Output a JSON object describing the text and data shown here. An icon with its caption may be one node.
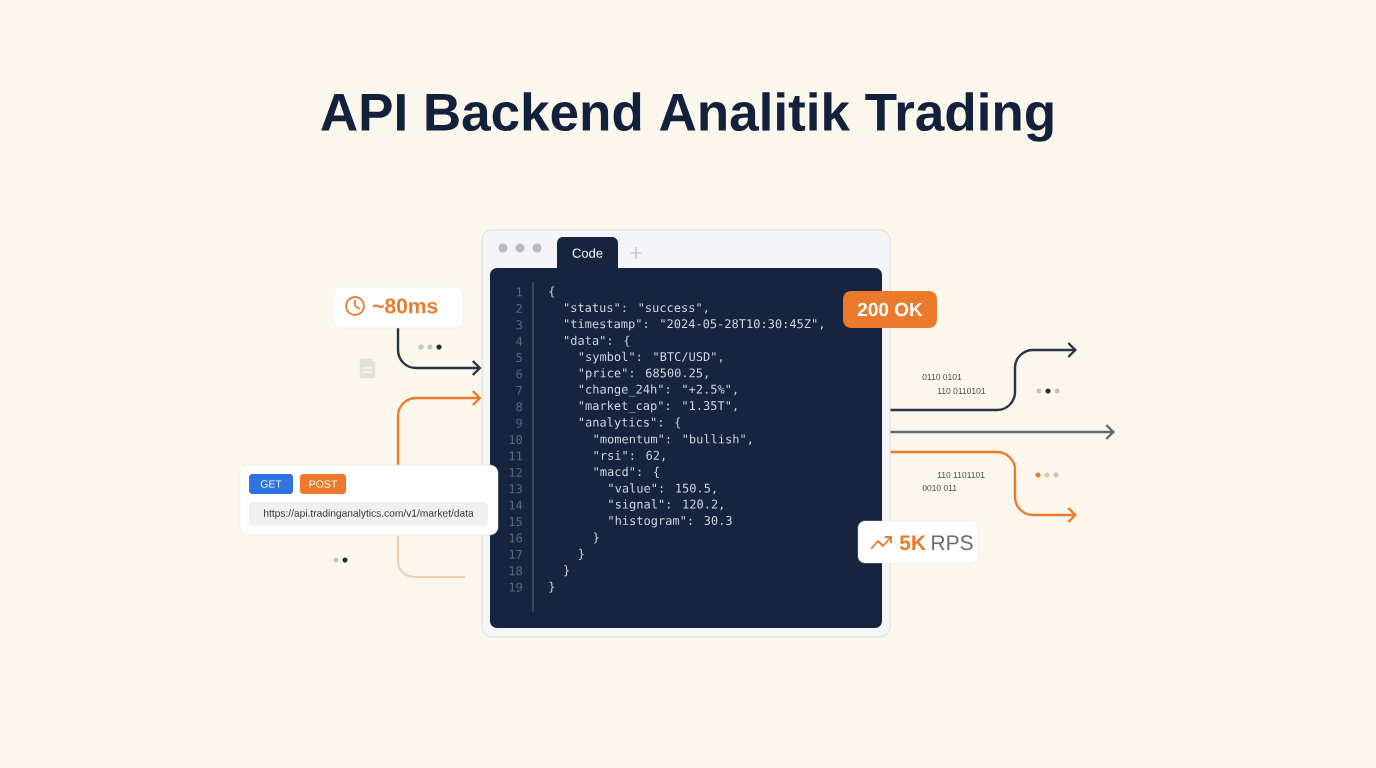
{
  "diagram": {
    "title": "API Backend Analitik Trading",
    "nodes": [
      {
        "text": [
          "Code"
        ]
      },
      {
        "text": [
          "~80ms"
        ]
      },
      {
        "text": [
          "GET",
          "POST",
          "https://api.tradinganalytics.com/v1/market/data"
        ]
      },
      {
        "text": [
          "200 OK"
        ]
      },
      {
        "text": [
          "5K",
          "RPS"
        ]
      }
    ],
    "edges": [
      {
        "from": 1,
        "to": 0,
        "arrow": "to",
        "color": "#2b3448"
      },
      {
        "from": 2,
        "to": 0,
        "arrow": "to",
        "color": "#ec7a2c"
      },
      {
        "from": 0,
        "to": null,
        "arrow": "to",
        "color": "#2b3448"
      },
      {
        "from": 0,
        "to": null,
        "arrow": "to",
        "color": "#6a6570"
      },
      {
        "from": 0,
        "to": null,
        "arrow": "to",
        "color": "#ec7a2c"
      }
    ],
    "labels": [
      "1",
      "{",
      "2",
      "\"status\": \"success\",",
      "3",
      "\"timestamp\": \"2024-05-28T10:30:45Z\",",
      "4",
      "\"data\": {",
      "5",
      "\"symbol\": \"BTC/USD\",",
      "6",
      "\"price\": 68500.25,",
      "7",
      "\"change_24h\": \"+2.5%\",",
      "8",
      "\"market_cap\": \"1.35T\",",
      "9",
      "\"analytics\": {",
      "10",
      "\"momentum\": \"bullish\",",
      "11",
      "\"rsi\": 62,",
      "12",
      "\"macd\": {",
      "13",
      "\"value\": 150.5,",
      "14",
      "\"signal\": 120.2,",
      "15",
      "\"histogram\": 30.3",
      "16",
      "}",
      "17",
      "}",
      "18",
      "}",
      "19",
      "}",
      "0110 0101",
      "110 0110101",
      "110 1101101",
      "0010 011"
    ]
  }
}
